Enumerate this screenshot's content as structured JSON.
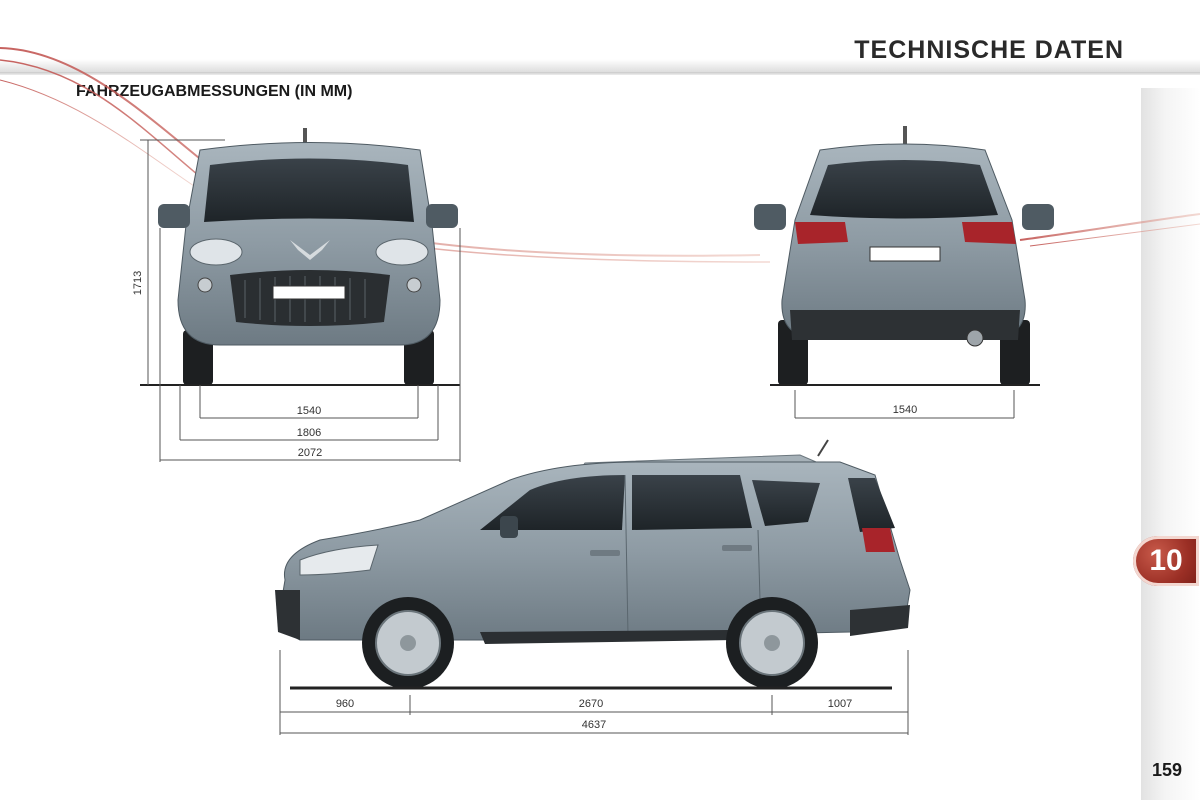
{
  "header": {
    "title": "TECHNISCHE DATEN"
  },
  "section": {
    "title": "FAHRZEUGABMESSUNGEN (IN MM)"
  },
  "front_view": {
    "height": "1713",
    "track": "1540",
    "width": "1806",
    "width_mirrors": "2072"
  },
  "rear_view": {
    "track": "1540"
  },
  "side_view": {
    "front_overhang": "960",
    "wheelbase": "2670",
    "rear_overhang": "1007",
    "length": "4637"
  },
  "chapter": {
    "number": "10"
  },
  "page": {
    "number": "159"
  },
  "colors": {
    "car_body": "#8e9ba4",
    "accent_swoosh": "#c0504d",
    "chapter_badge": "#9b2f25"
  }
}
